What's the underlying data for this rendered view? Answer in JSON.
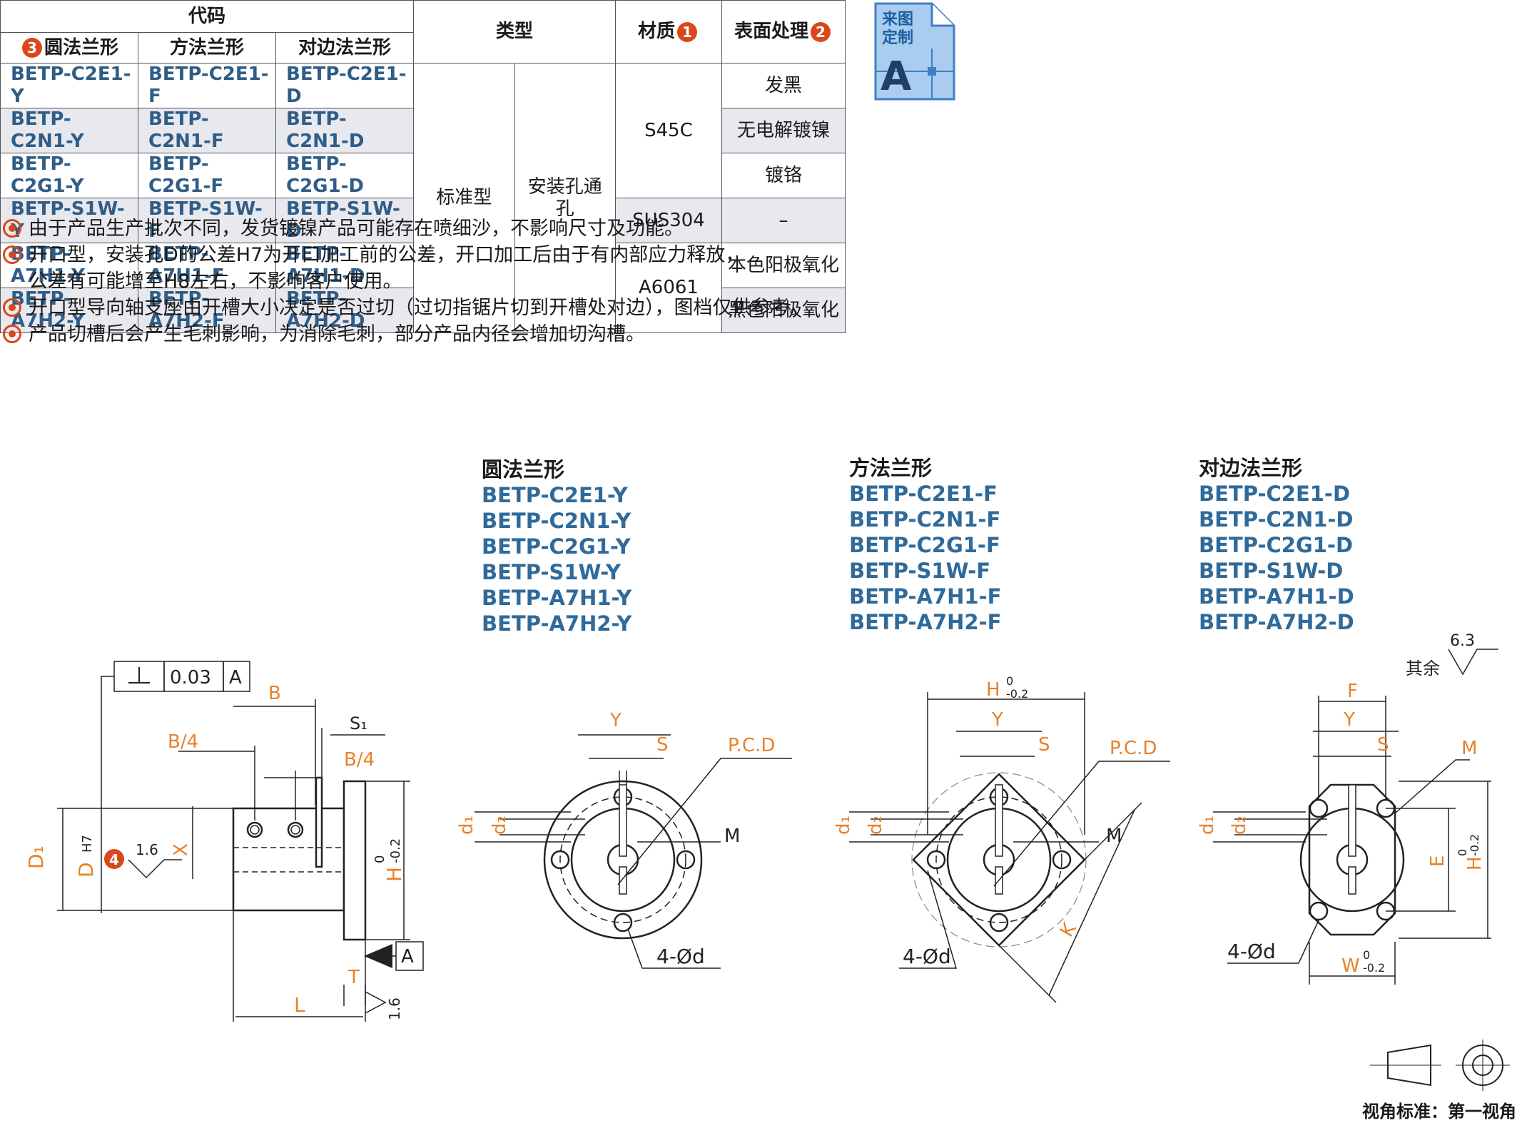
{
  "table": {
    "header_code": "代码",
    "header_type": "类型",
    "header_material": "材质",
    "header_material_badge": "1",
    "header_surface": "表面处理",
    "header_surface_badge": "2",
    "col_round_badge": "3",
    "col_round": "圆法兰形",
    "col_square": "方法兰形",
    "col_opposite": "对边法兰形",
    "rows": [
      {
        "y": "BETP-C2E1-Y",
        "f": "BETP-C2E1-F",
        "d": "BETP-C2E1-D",
        "surface": "发黑"
      },
      {
        "y": "BETP-C2N1-Y",
        "f": "BETP-C2N1-F",
        "d": "BETP-C2N1-D",
        "surface": "无电解镀镍"
      },
      {
        "y": "BETP-C2G1-Y",
        "f": "BETP-C2G1-F",
        "d": "BETP-C2G1-D",
        "surface": "镀铬"
      },
      {
        "y": "BETP-S1W-Y",
        "f": "BETP-S1W-F",
        "d": "BETP-S1W-D",
        "surface": "–"
      },
      {
        "y": "BETP-A7H1-Y",
        "f": "BETP-A7H1-F",
        "d": "BETP-A7H1-D",
        "surface": "本色阳极氧化"
      },
      {
        "y": "BETP-A7H2-Y",
        "f": "BETP-A7H2-F",
        "d": "BETP-A7H2-D",
        "surface": "黑色阳极氧化"
      }
    ],
    "type1": "标准型",
    "type2": "安装孔通孔",
    "mat_s45c": "S45C",
    "mat_sus": "SUS304",
    "mat_a6061": "A6061"
  },
  "custom_badge": {
    "line1": "来图",
    "line2": "定制",
    "letter": "A"
  },
  "notes": [
    "由于产品生产批次不同，发货镀镍产品可能存在喷细沙，不影响尺寸及功能。",
    "开口型，安装孔D的公差H7为开口加工前的公差，开口加工后由于有内部应力释放，",
    "公差有可能增至H8左右，不影响客户使用。",
    "开口型导向轴支座由开槽大小决定是否过切（过切指锯片切到开槽处对边），图档仅供参考。",
    "产品切槽后会产生毛刺影响，为消除毛刺，部分产品内径会增加切沟槽。"
  ],
  "groups": {
    "round": {
      "title": "圆法兰形",
      "items": [
        "BETP-C2E1-Y",
        "BETP-C2N1-Y",
        "BETP-C2G1-Y",
        "BETP-S1W-Y",
        "BETP-A7H1-Y",
        "BETP-A7H2-Y"
      ]
    },
    "square": {
      "title": "方法兰形",
      "items": [
        "BETP-C2E1-F",
        "BETP-C2N1-F",
        "BETP-C2G1-F",
        "BETP-S1W-F",
        "BETP-A7H1-F",
        "BETP-A7H2-F"
      ]
    },
    "opposite": {
      "title": "对边法兰形",
      "items": [
        "BETP-C2E1-D",
        "BETP-C2N1-D",
        "BETP-C2G1-D",
        "BETP-S1W-D",
        "BETP-A7H1-D",
        "BETP-A7H2-D"
      ]
    }
  },
  "dims": {
    "tol_value": "0.03",
    "datum": "A",
    "B": "B",
    "B4": "B/4",
    "S1": "S₁",
    "D1": "D₁",
    "DH7": "D",
    "H7": "H7",
    "badge4": "4",
    "rough16": "1.6",
    "X": "X",
    "H": "H",
    "tol": "-0.2",
    "zero": "0",
    "T": "T",
    "L": "L",
    "Y": "Y",
    "S": "S",
    "PCD": "P.C.D",
    "M": "M",
    "d1": "d₁",
    "d2": "d₂",
    "fourd": "4-Ød",
    "K": "K",
    "F": "F",
    "E": "E",
    "W": "W",
    "other": "其余",
    "rough63": "6.3"
  },
  "view_standard": "视角标准：第一视角",
  "colors": {
    "orange": "#e8822a",
    "blue": "#2f6a9a",
    "red": "#d9481b",
    "badge_blue": "#4a90d9"
  }
}
